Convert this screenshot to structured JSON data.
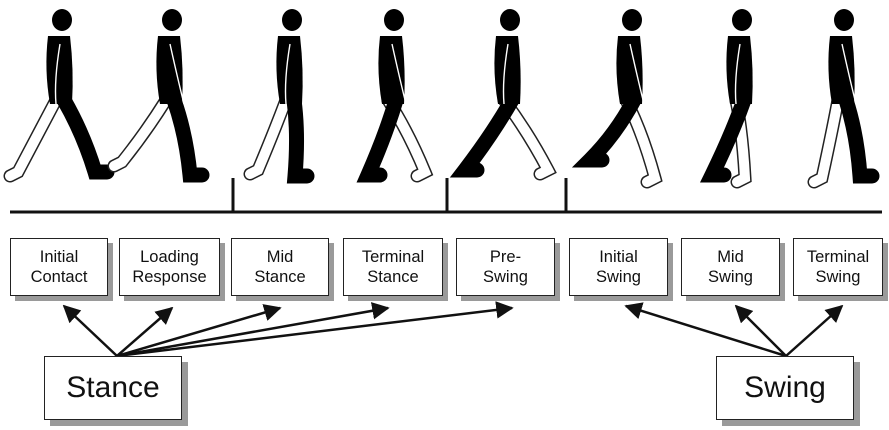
{
  "phases": [
    {
      "line1": "Initial",
      "line2": "Contact"
    },
    {
      "line1": "Loading",
      "line2": "Response"
    },
    {
      "line1": "Mid",
      "line2": "Stance"
    },
    {
      "line1": "Terminal",
      "line2": "Stance"
    },
    {
      "line1": "Pre-",
      "line2": "Swing"
    },
    {
      "line1": "Initial",
      "line2": "Swing"
    },
    {
      "line1": "Mid",
      "line2": "Swing"
    },
    {
      "line1": "Terminal",
      "line2": "Swing"
    }
  ],
  "groups": {
    "stance": "Stance",
    "swing": "Swing"
  },
  "colors": {
    "figure_body": "#000000",
    "figure_outline_leg": "#ffffff",
    "box_shadow": "#9a9a9a"
  }
}
